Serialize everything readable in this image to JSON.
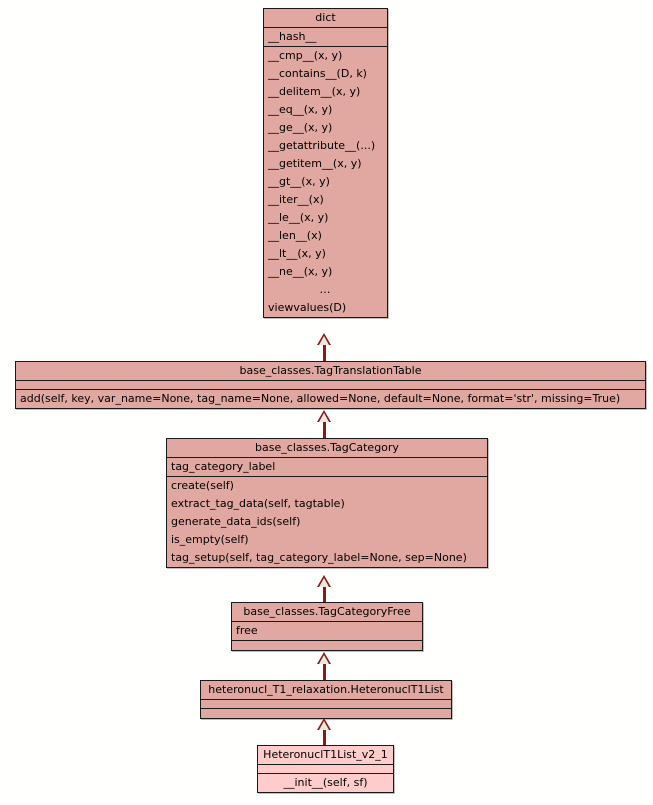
{
  "diagram": {
    "kind": "uml-class-diagram",
    "background_color": "#fffffe",
    "class_fill_color": "#e0a8a0",
    "focus_fill_color": "#ffcccc",
    "border_color": "#1a1a1a",
    "connector_color": "#8b1a14"
  },
  "classes": [
    {
      "id": "dict",
      "name": "dict",
      "attributes": [
        "__hash__"
      ],
      "methods": [
        "__cmp__(x, y)",
        "__contains__(D, k)",
        "__delitem__(x, y)",
        "__eq__(x, y)",
        "__ge__(x, y)",
        "__getattribute__(...)",
        "__getitem__(x, y)",
        "__gt__(x, y)",
        "__iter__(x)",
        "__le__(x, y)",
        "__len__(x)",
        "__lt__(x, y)",
        "__ne__(x, y)",
        "…",
        "viewvalues(D)"
      ]
    },
    {
      "id": "tagtranslationtable",
      "name": "base_classes.TagTranslationTable",
      "attributes": [],
      "methods": [
        "add(self, key, var_name=None, tag_name=None, allowed=None, default=None, format='str', missing=True)"
      ]
    },
    {
      "id": "tagcategory",
      "name": "base_classes.TagCategory",
      "attributes": [
        "tag_category_label"
      ],
      "methods": [
        "create(self)",
        "extract_tag_data(self, tagtable)",
        "generate_data_ids(self)",
        "is_empty(self)",
        "tag_setup(self, tag_category_label=None, sep=None)"
      ]
    },
    {
      "id": "tagcategoryfree",
      "name": "base_classes.TagCategoryFree",
      "attributes": [
        "free"
      ],
      "methods": []
    },
    {
      "id": "heteronuclt1list",
      "name": "heteronucl_T1_relaxation.HeteronuclT1List",
      "attributes": [],
      "methods": []
    },
    {
      "id": "heteronuclt1list_v2_1",
      "name": "HeteronuclT1List_v2_1",
      "attributes": [],
      "methods": [
        "__init__(self, sf)"
      ],
      "focus": true
    }
  ],
  "edges": [
    {
      "from": "tagtranslationtable",
      "to": "dict",
      "type": "inheritance"
    },
    {
      "from": "tagcategory",
      "to": "tagtranslationtable",
      "type": "inheritance"
    },
    {
      "from": "tagcategoryfree",
      "to": "tagcategory",
      "type": "inheritance"
    },
    {
      "from": "heteronuclt1list",
      "to": "tagcategoryfree",
      "type": "inheritance"
    },
    {
      "from": "heteronuclt1list_v2_1",
      "to": "heteronuclt1list",
      "type": "inheritance"
    }
  ]
}
